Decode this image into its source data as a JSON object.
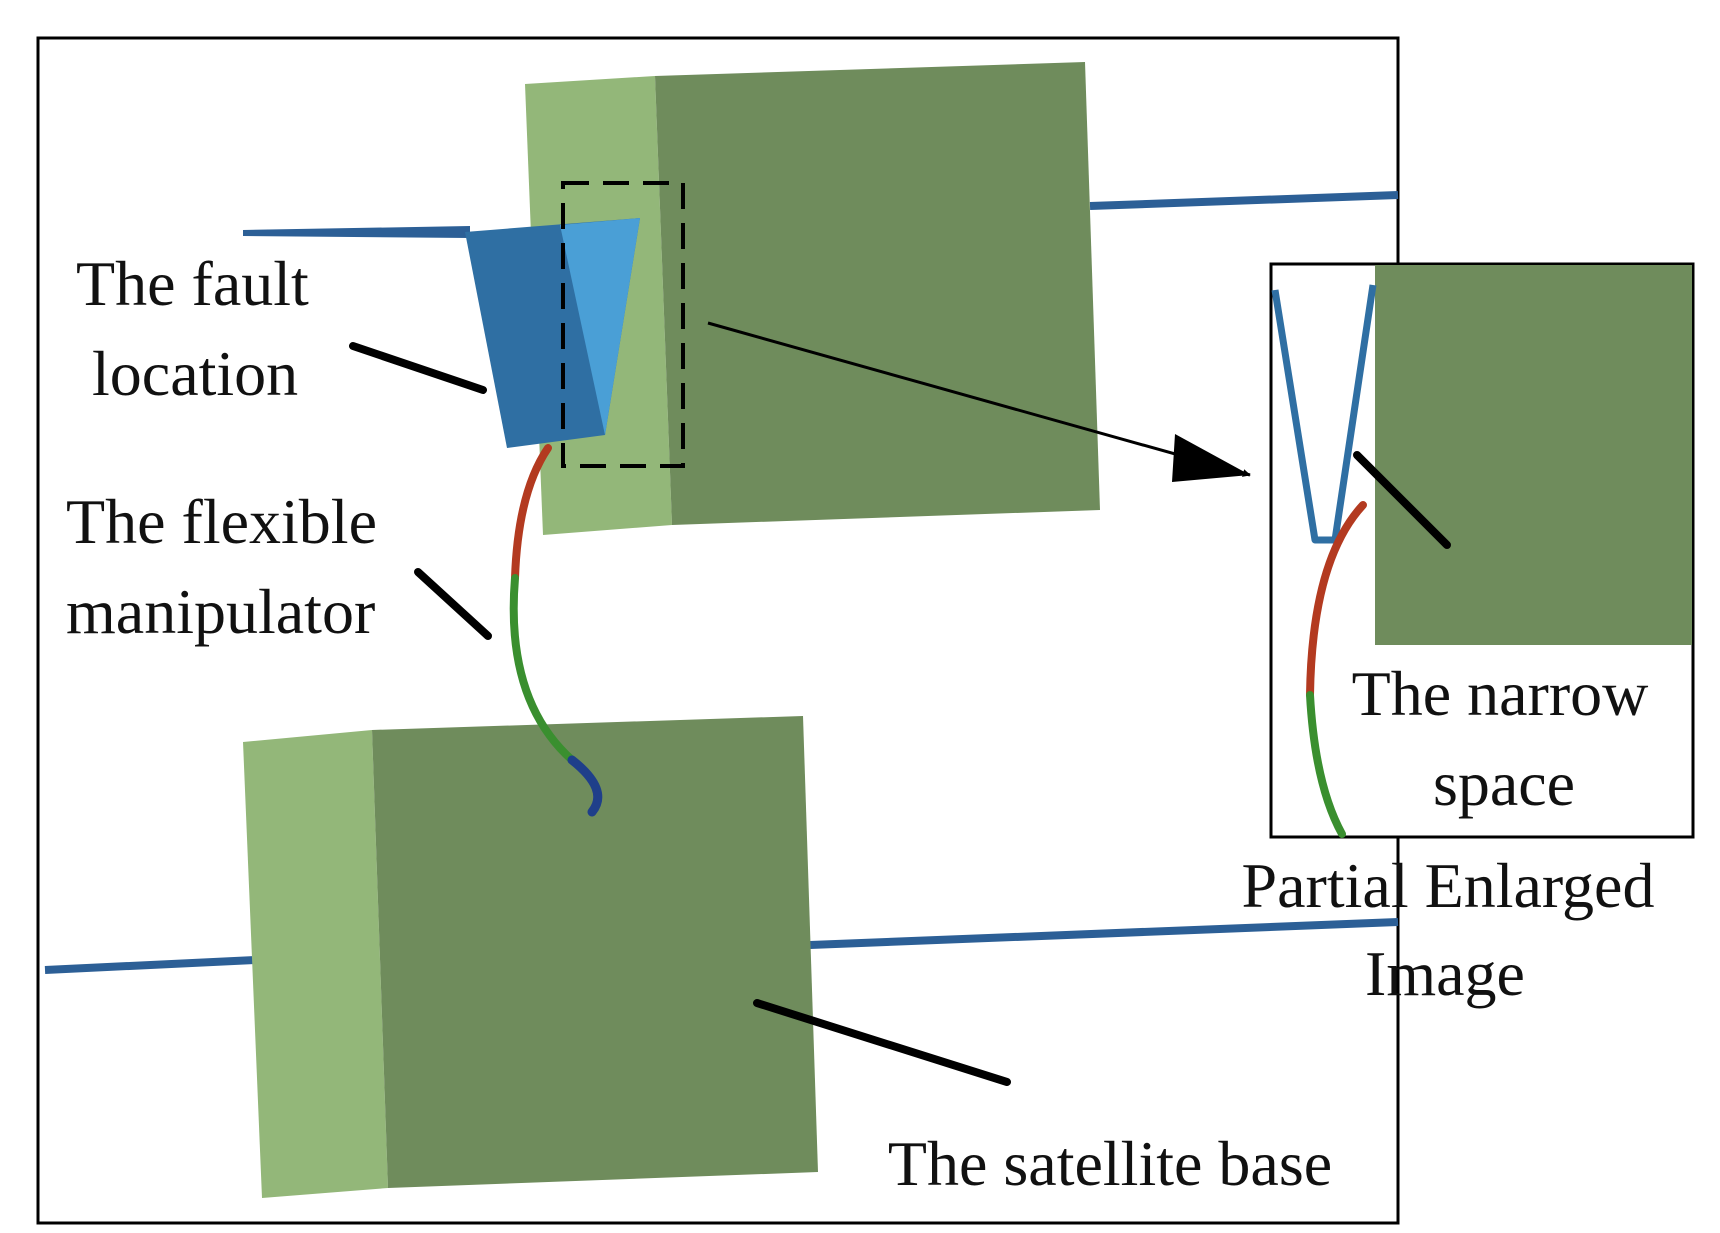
{
  "labels": {
    "fault_location": [
      "The fault",
      "location"
    ],
    "flexible_manipulator": [
      "The flexible",
      "manipulator"
    ],
    "narrow_space": [
      "The narrow",
      "space"
    ],
    "partial_enlarged_image": [
      "Partial Enlarged",
      "Image"
    ],
    "satellite_base": "The satellite base"
  },
  "colors": {
    "box_side": "#93b779",
    "box_front": "#6f8c5c",
    "panel_blue": "#2c5f96",
    "wedge_dark": "#2f6fa3",
    "wedge_light": "#4a9fd6",
    "arm_red": "#b33a20",
    "arm_green": "#3a8f2f",
    "arm_tip_blue": "#1f3f8a",
    "line": "#000000"
  }
}
